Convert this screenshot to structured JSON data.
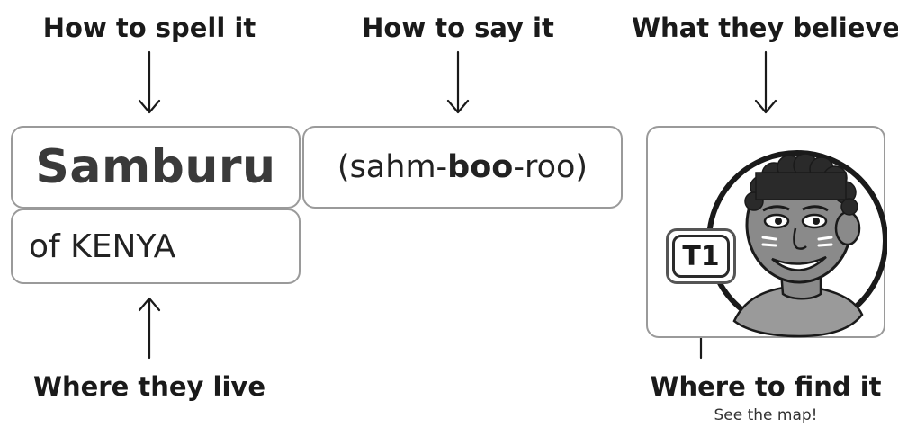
{
  "labels": {
    "spell": "How to spell it",
    "say": "How to say it",
    "believe": "What they believe",
    "live": "Where they live",
    "find": "Where to find it"
  },
  "name": "Samburu",
  "country": "of KENYA",
  "pronunciation": {
    "open": "(sahm-",
    "stress": "boo",
    "close": "-roo)"
  },
  "map_code": "T1",
  "map_note": "See the map!"
}
